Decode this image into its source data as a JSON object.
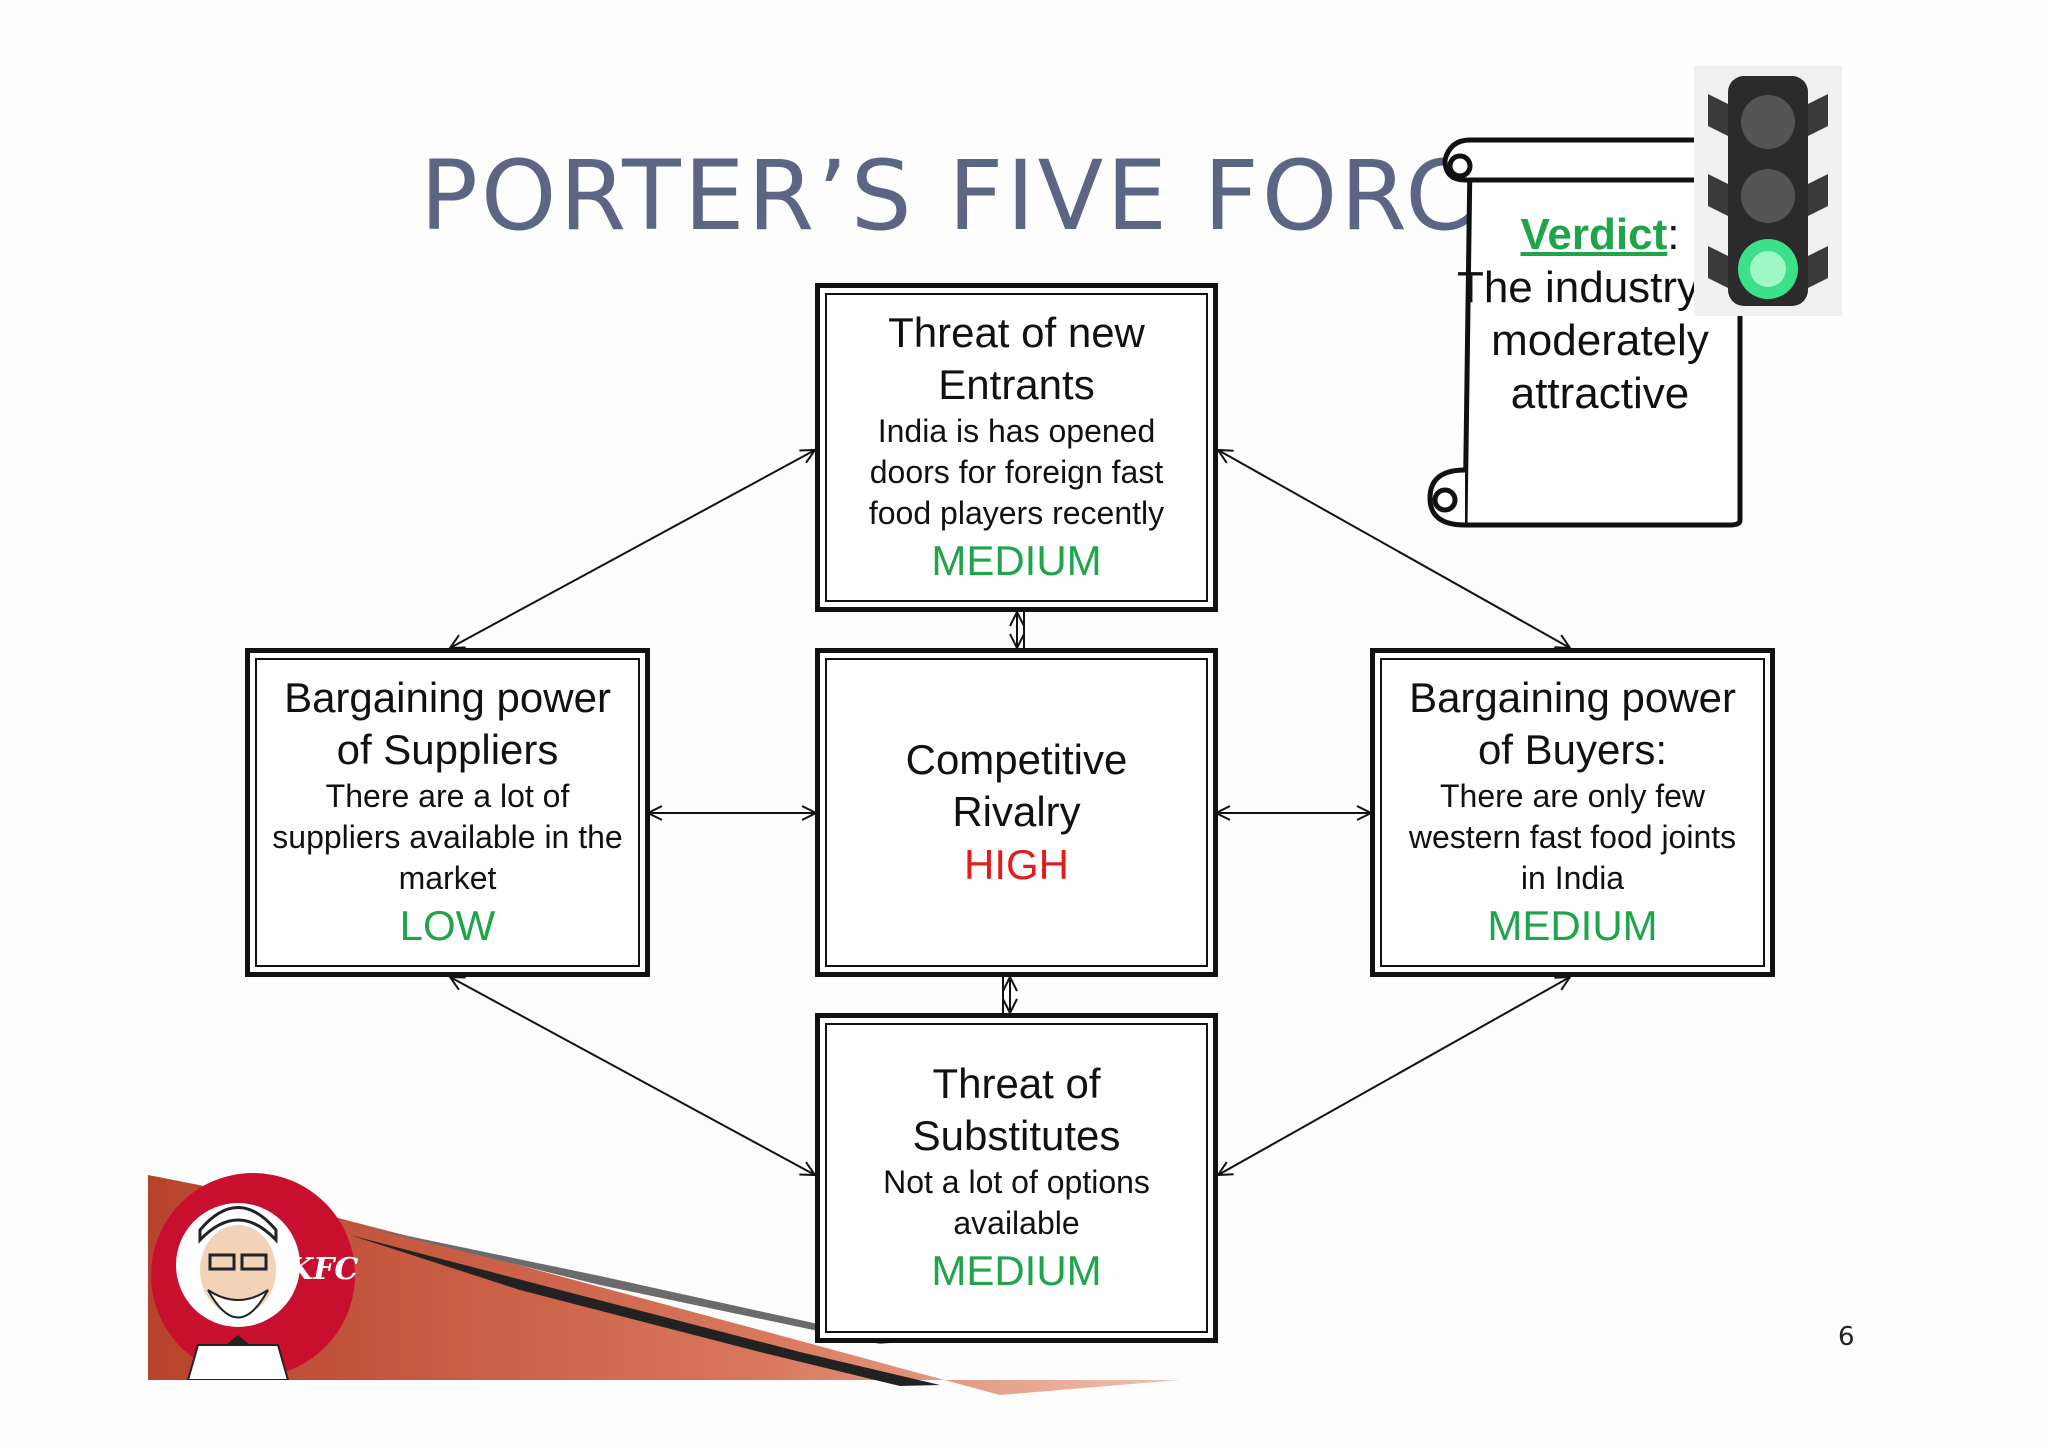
{
  "title": "PORTER’S FIVE FORCES",
  "page_number": "6",
  "verdict": {
    "label": "Verdict",
    "colon": ":",
    "text": "The industry is moderately attractive"
  },
  "forces": {
    "new_entrants": {
      "title": "Threat of new Entrants",
      "description": "India is has opened doors for foreign fast food players recently",
      "rating": "MEDIUM"
    },
    "suppliers": {
      "title": "Bargaining power of Suppliers",
      "description": "There are a lot of suppliers available in the market",
      "rating": "LOW"
    },
    "rivalry": {
      "title": "Competitive Rivalry",
      "description": "",
      "rating": "HIGH"
    },
    "buyers": {
      "title": "Bargaining power of Buyers:",
      "description": "There are only few western fast food joints in India",
      "rating": "MEDIUM"
    },
    "substitutes": {
      "title": "Threat of Substitutes",
      "description": "Not a lot of options available",
      "rating": "MEDIUM"
    }
  },
  "logo": {
    "text": "KFC"
  },
  "icons": [
    "traffic-light-icon",
    "scroll-icon",
    "kfc-logo"
  ],
  "colors": {
    "title": "#5d6585",
    "rating_medium": "#1fa44a",
    "rating_low": "#1fa44a",
    "rating_high": "#e31b1b",
    "verdict": "#1fa44a"
  }
}
